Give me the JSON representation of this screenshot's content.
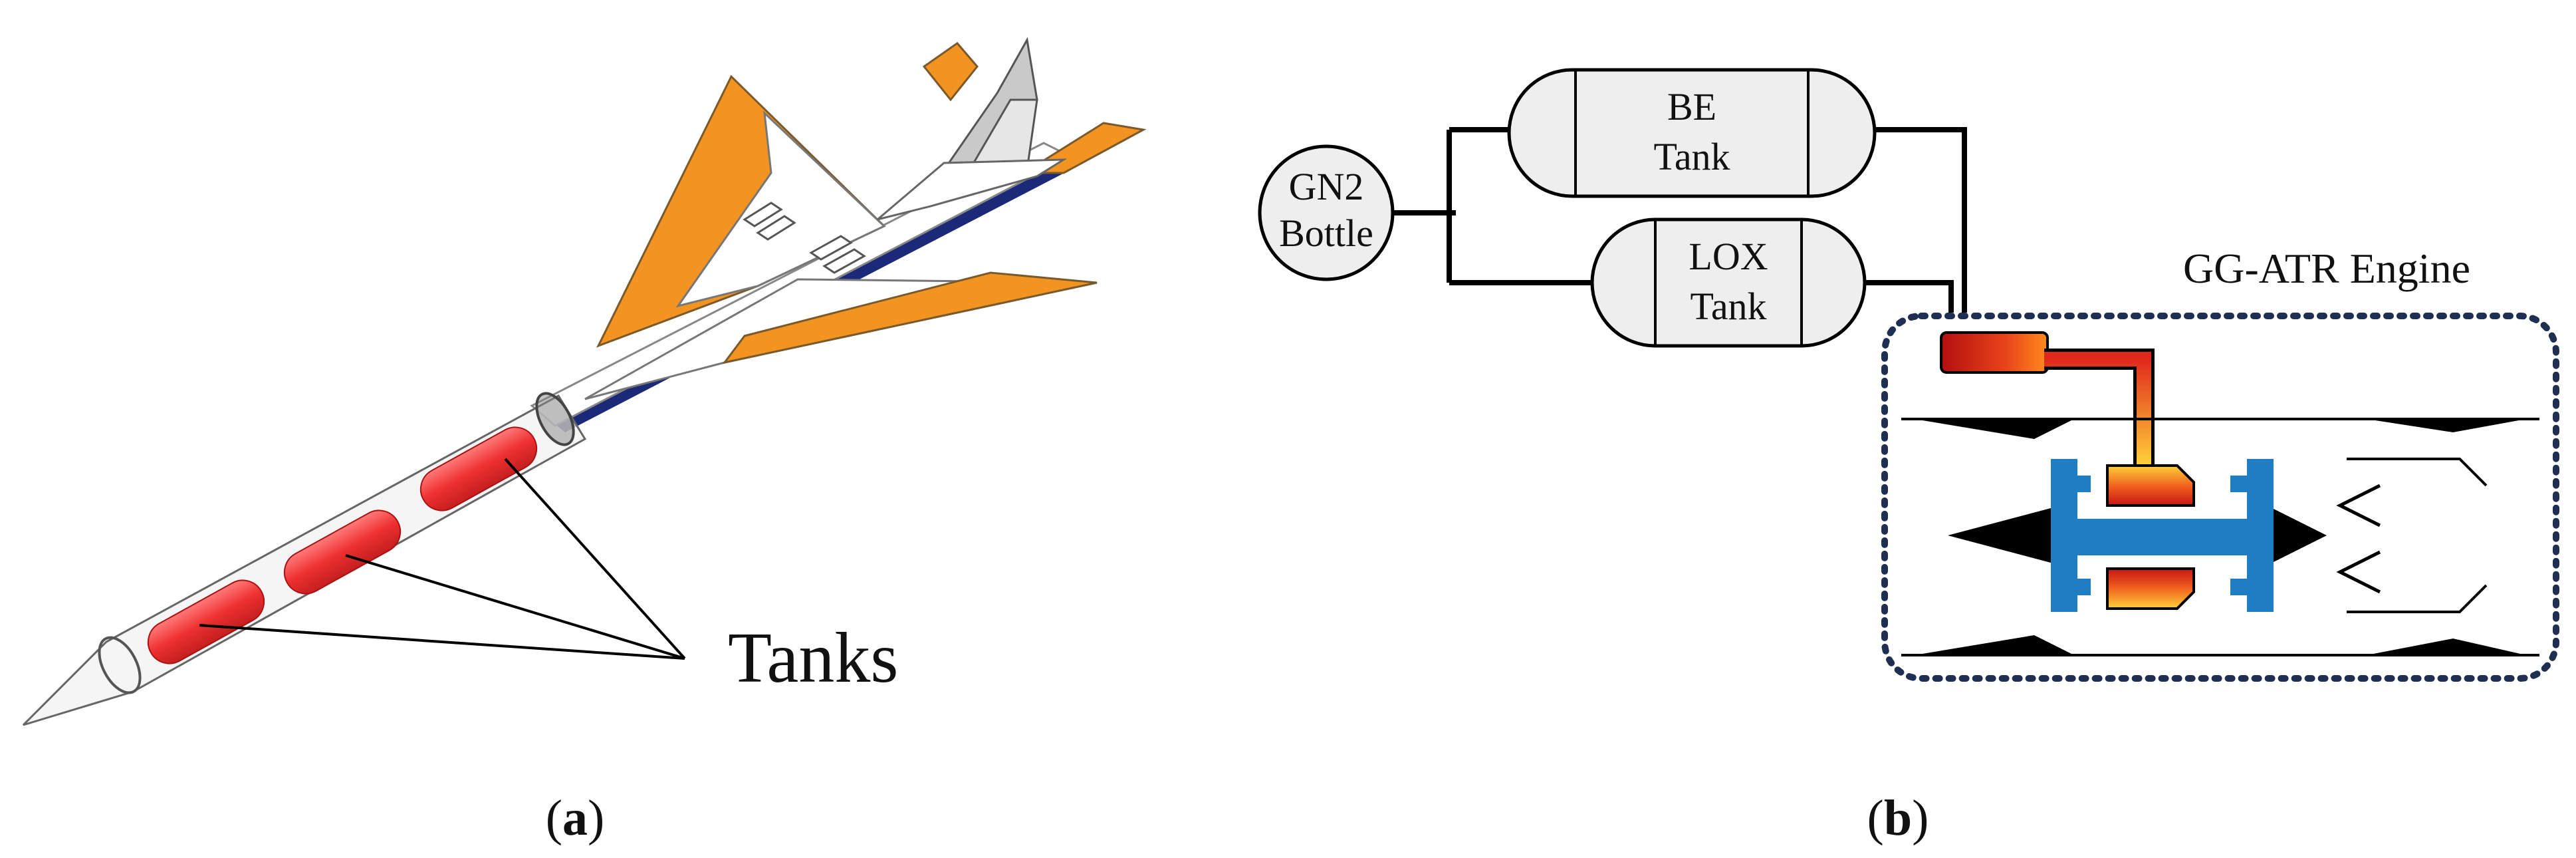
{
  "panel_a": {
    "callout_label": "Tanks",
    "caption_letter": "a",
    "colors": {
      "orange": "#f39322",
      "tank_red": "#ee3a3a",
      "fuselage_stripe": "#1b2a78",
      "tail_grey": "#c9c9c9"
    }
  },
  "panel_b": {
    "bottle": {
      "line1": "GN2",
      "line2": "Bottle"
    },
    "be_tank": {
      "line1": "BE",
      "line2": "Tank"
    },
    "lox_tank": {
      "line1": "LOX",
      "line2": "Tank"
    },
    "engine_label": "GG-ATR Engine",
    "caption_letter": "b",
    "colors": {
      "box_border": "#1e2f52",
      "turbine_blue": "#1f7dc4",
      "tank_fill": "#eeeeee",
      "gg_dark": "#cc1a1a",
      "gg_light": "#ffcc33"
    }
  }
}
